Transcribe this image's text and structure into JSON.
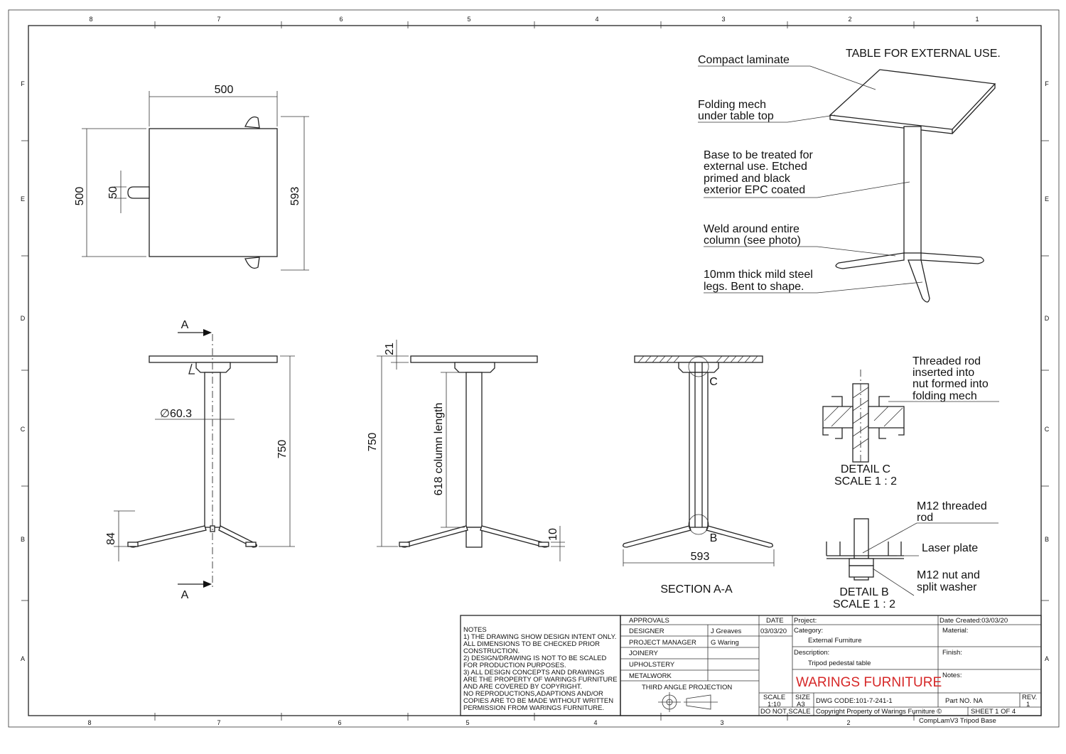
{
  "border": {
    "columns": [
      "8",
      "7",
      "6",
      "5",
      "4",
      "3",
      "2",
      "1"
    ],
    "rows": [
      "F",
      "E",
      "D",
      "C",
      "B",
      "A"
    ]
  },
  "callouts": {
    "title": "TABLE FOR EXTERNAL USE.",
    "compact_laminate": "Compact laminate",
    "folding_1": "Folding mech",
    "folding_2": "under table top",
    "base_1": "Base to be treated for",
    "base_2": "external use. Etched",
    "base_3": "primed and black",
    "base_4": "exterior EPC coated",
    "weld_1": "Weld around entire",
    "weld_2": "column (see photo)",
    "legs_1": "10mm thick mild steel",
    "legs_2": "legs. Bent to shape.",
    "thread_1": "Threaded rod",
    "thread_2": "inserted into",
    "thread_3": "nut formed into",
    "thread_4": "folding mech",
    "m12rod_1": "M12 threaded",
    "m12rod_2": "rod",
    "laser": "Laser plate",
    "m12nut_1": "M12 nut and",
    "m12nut_2": "split washer"
  },
  "dimensions": {
    "top_width": "500",
    "top_depth": "500",
    "foot": "50",
    "overall_depth": "593",
    "diameter": "∅60.3",
    "height_750": "750",
    "leg_84": "84",
    "top_21": "21",
    "column_length": "618 column length",
    "leg_10": "10",
    "base_593": "593"
  },
  "views": {
    "section_marker": "A",
    "section_label": "SECTION A-A",
    "detail_c_label": "C",
    "detail_b_label": "B",
    "detail_c_1": "DETAIL C",
    "detail_c_2": "SCALE 1 : 2",
    "detail_b_1": "DETAIL B",
    "detail_b_2": "SCALE 1 : 2"
  },
  "notes": [
    "NOTES",
    "1) THE DRAWING SHOW DESIGN INTENT ONLY.",
    "ALL DIMENSIONS TO BE CHECKED PRIOR",
    "CONSTRUCTION.",
    "2) DESIGN/DRAWING IS NOT TO BE SCALED",
    "FOR PRODUCTION PURPOSES.",
    "3) ALL DESIGN CONCEPTS AND DRAWINGS",
    "ARE THE PROPERTY OF WARINGS FURNITURE",
    "AND ARE COVERED BY COPYRIGHT.",
    "NO REPRODUCTIONS,ADAPTIONS AND/OR",
    "COPIES ARE TO BE MADE WITHOUT WRITTEN",
    "PERMISSION FROM WARINGS FURNITURE."
  ],
  "title_block": {
    "approvals": "APPROVALS",
    "date_header": "DATE",
    "designer_role": "DESIGNER",
    "designer_name": "J Greaves",
    "designer_date": "03/03/20",
    "pm_role": "PROJECT MANAGER",
    "pm_name": "G Waring",
    "joinery": "JOINERY",
    "upholstery": "UPHOLSTERY",
    "metalwork": "METALWORK",
    "projection": "THIRD ANGLE PROJECTION",
    "project": "Project:",
    "category_label": "Category:",
    "category_value": "External Furniture",
    "description_label": "Description:",
    "description_value": "Tripod pedestal table",
    "brand": "WARINGS FURNITURE",
    "date_created": "Date Created:03/03/20",
    "material": "Material:",
    "finish": "Finish:",
    "notes_label": "Notes:",
    "scale_label": "SCALE",
    "scale_value": "1:10",
    "size_label": "SIZE",
    "size_value": "A3",
    "dwg_code": "DWG CODE:101-7-241-1",
    "part_no": "Part  NO.  NA",
    "rev_label": "REV.",
    "rev_value": "1",
    "do_not_scale": "DO NOT SCALE",
    "copyright": "Copyright Property of Warings Furniture ©",
    "sheet": "SHEET 1 OF 4",
    "filename": "CompLamV3 Tripod Base"
  },
  "colors": {
    "brand": "#d62828",
    "line": "#222222"
  }
}
